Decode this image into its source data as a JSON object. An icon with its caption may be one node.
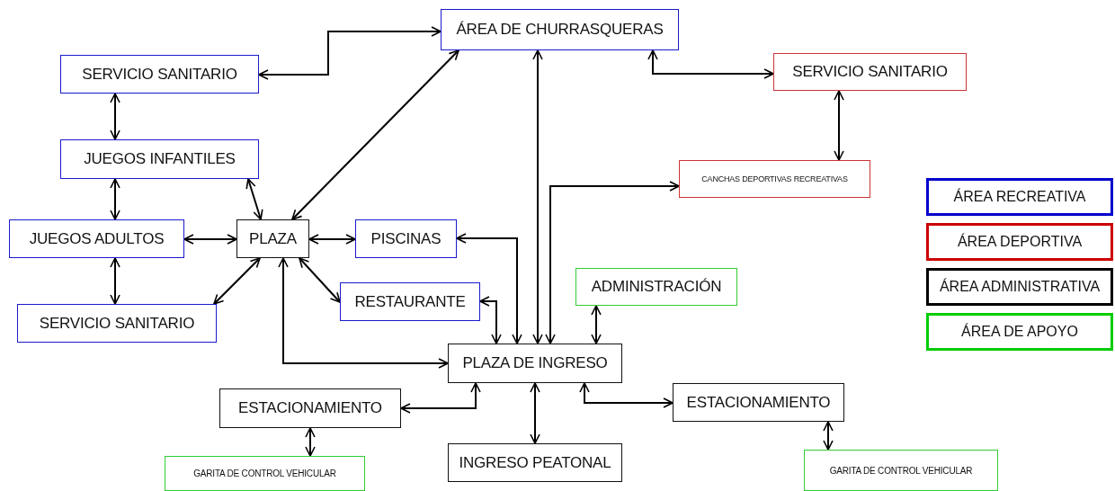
{
  "diagram": {
    "nodes": [
      {
        "text": [
          "ÁREA DE CHURRASQUERAS"
        ]
      },
      {
        "text": [
          "SERVICIO SANITARIO"
        ]
      },
      {
        "text": [
          "SERVICIO SANITARIO"
        ]
      },
      {
        "text": [
          "JUEGOS INFANTILES"
        ]
      },
      {
        "text": [
          "CANCHAS DEPORTIVAS RECREATIVAS"
        ]
      },
      {
        "text": [
          "JUEGOS ADULTOS"
        ]
      },
      {
        "text": [
          "PLAZA"
        ]
      },
      {
        "text": [
          "PISCINAS"
        ]
      },
      {
        "text": [
          "ADMINISTRACIÓN"
        ]
      },
      {
        "text": [
          "SERVICIO SANITARIO"
        ]
      },
      {
        "text": [
          "RESTAURANTE"
        ]
      },
      {
        "text": [
          "PLAZA DE INGRESO"
        ]
      },
      {
        "text": [
          "ESTACIONAMIENTO"
        ]
      },
      {
        "text": [
          "ESTACIONAMIENTO"
        ]
      },
      {
        "text": [
          "INGRESO PEATONAL"
        ]
      },
      {
        "text": [
          "GARITA DE CONTROL VEHICULAR"
        ]
      },
      {
        "text": [
          "GARITA DE CONTROL VEHICULAR"
        ]
      }
    ],
    "edges": [
      {
        "from": 1,
        "to": 0,
        "arrow": "both"
      },
      {
        "from": 0,
        "to": 6,
        "arrow": "both"
      },
      {
        "from": 0,
        "to": 11,
        "arrow": "both"
      },
      {
        "from": 0,
        "to": 2,
        "arrow": "both"
      },
      {
        "from": 2,
        "to": 4,
        "arrow": "both"
      },
      {
        "from": 1,
        "to": 3,
        "arrow": "both"
      },
      {
        "from": 3,
        "to": 6,
        "arrow": "both"
      },
      {
        "from": 3,
        "to": 5,
        "arrow": "both"
      },
      {
        "from": 5,
        "to": 6,
        "arrow": "both"
      },
      {
        "from": 6,
        "to": 7,
        "arrow": "both"
      },
      {
        "from": 5,
        "to": 9,
        "arrow": "both"
      },
      {
        "from": 6,
        "to": 9,
        "arrow": "both"
      },
      {
        "from": 6,
        "to": 10,
        "arrow": "both"
      },
      {
        "from": 6,
        "to": 11,
        "arrow": "both"
      },
      {
        "from": 7,
        "to": 11,
        "arrow": "both"
      },
      {
        "from": 10,
        "to": 11,
        "arrow": "both"
      },
      {
        "from": 11,
        "to": 4,
        "arrow": "both"
      },
      {
        "from": 8,
        "to": 11,
        "arrow": "both"
      },
      {
        "from": 11,
        "to": 12,
        "arrow": "both"
      },
      {
        "from": 11,
        "to": 13,
        "arrow": "both"
      },
      {
        "from": 11,
        "to": 14,
        "arrow": "both"
      },
      {
        "from": 12,
        "to": 15,
        "arrow": "both"
      },
      {
        "from": 13,
        "to": 16,
        "arrow": "both"
      }
    ],
    "legend": [
      {
        "text": "ÁREA RECREATIVA",
        "color": "#0000cc"
      },
      {
        "text": "ÁREA DEPORTIVA",
        "color": "#cc0000"
      },
      {
        "text": "ÁREA ADMINISTRATIVA",
        "color": "#000000"
      },
      {
        "text": "ÁREA DE APOYO",
        "color": "#00cc00"
      }
    ]
  }
}
